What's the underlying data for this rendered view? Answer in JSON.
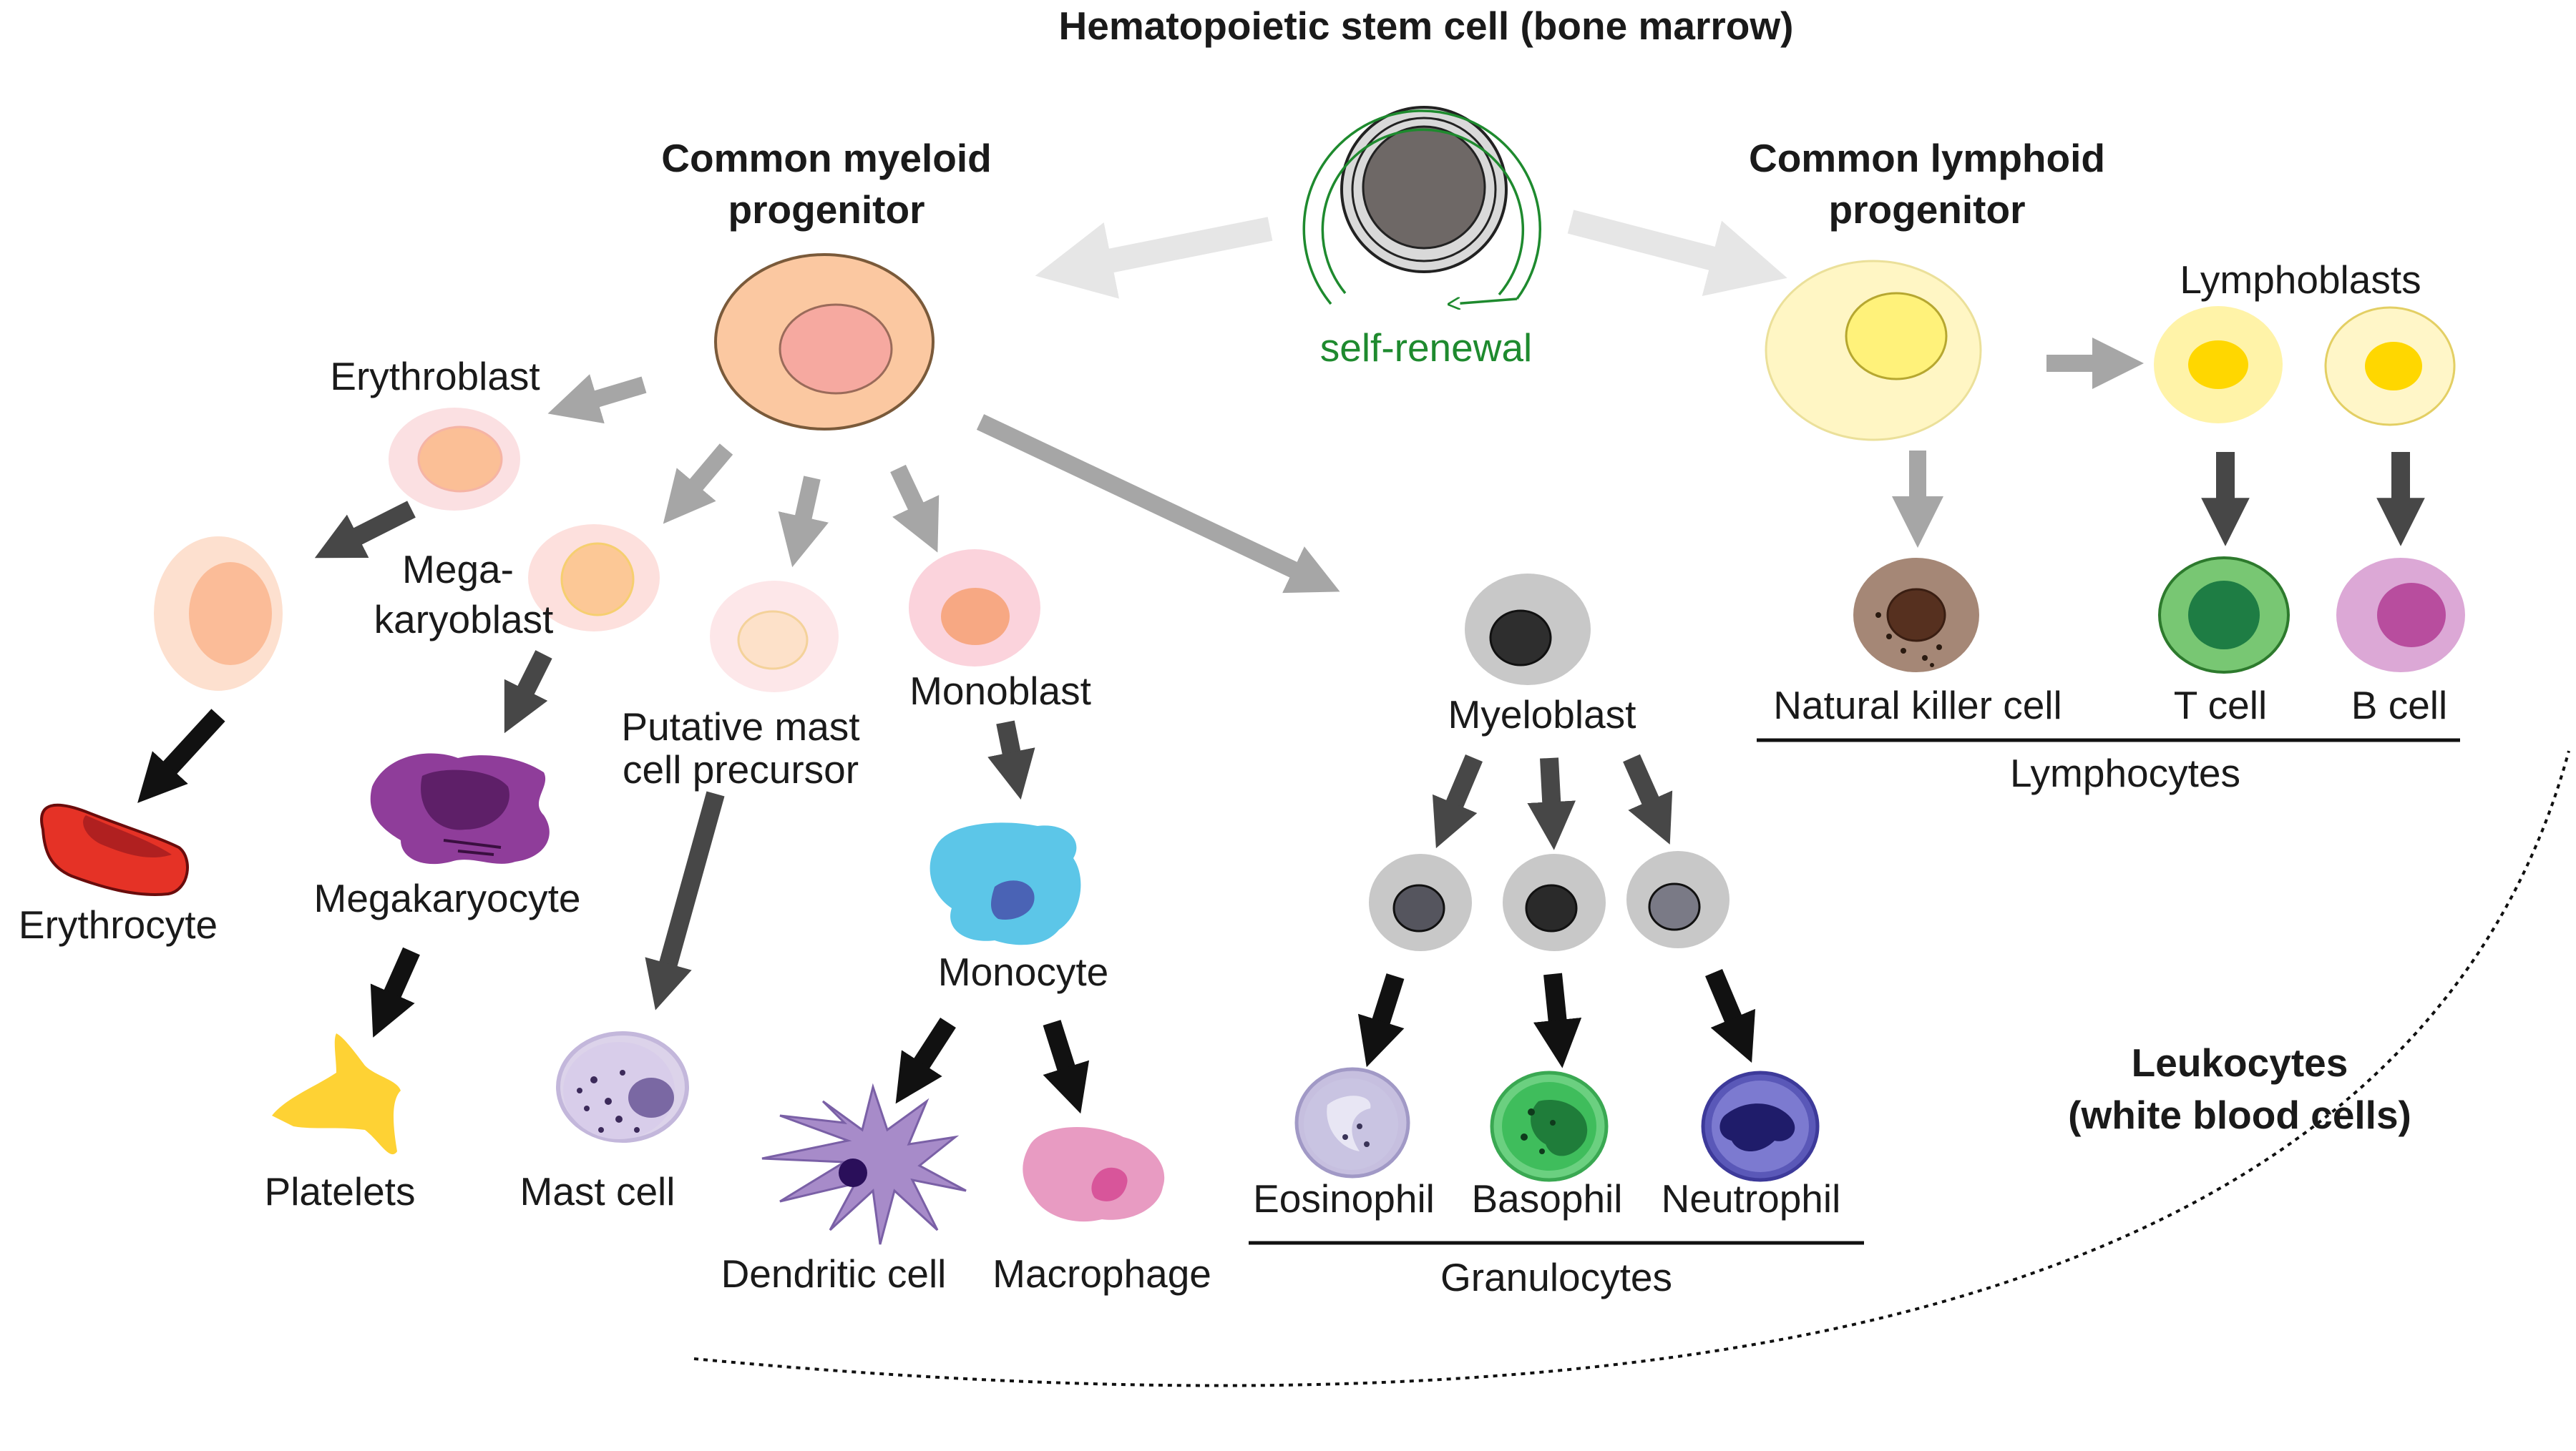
{
  "title": "Hematopoietic stem cell (bone marrow)",
  "self_renewal": "self-renewal",
  "myeloid": {
    "line1": "Common myeloid",
    "line2": "progenitor"
  },
  "lymphoid": {
    "line1": "Common lymphoid",
    "line2": "progenitor"
  },
  "cells": {
    "erythroblast": "Erythroblast",
    "erythrocyte": "Erythrocyte",
    "megakaryoblast_1": "Mega-",
    "megakaryoblast_2": "karyoblast",
    "megakaryocyte": "Megakaryocyte",
    "platelets": "Platelets",
    "mast_precursor_1": "Putative mast",
    "mast_precursor_2": "cell precursor",
    "mast_cell": "Mast cell",
    "monoblast": "Monoblast",
    "monocyte": "Monocyte",
    "dendritic": "Dendritic cell",
    "macrophage": "Macrophage",
    "myeloblast": "Myeloblast",
    "eosinophil": "Eosinophil",
    "basophil": "Basophil",
    "neutrophil": "Neutrophil",
    "lymphoblasts": "Lymphoblasts",
    "nk_cell": "Natural killer cell",
    "t_cell": "T cell",
    "b_cell": "B cell"
  },
  "groups": {
    "granulocytes": "Granulocytes",
    "lymphocytes": "Lymphocytes",
    "leukocytes_1": "Leukocytes",
    "leukocytes_2": "(white blood cells)"
  },
  "colors": {
    "progenitor_arrow": "#e6e6e6",
    "stage_arrow": "#a6a6a6",
    "mature_arrow": "#474747",
    "final_arrow": "#111111",
    "self_renewal": "#1e8a2e"
  }
}
